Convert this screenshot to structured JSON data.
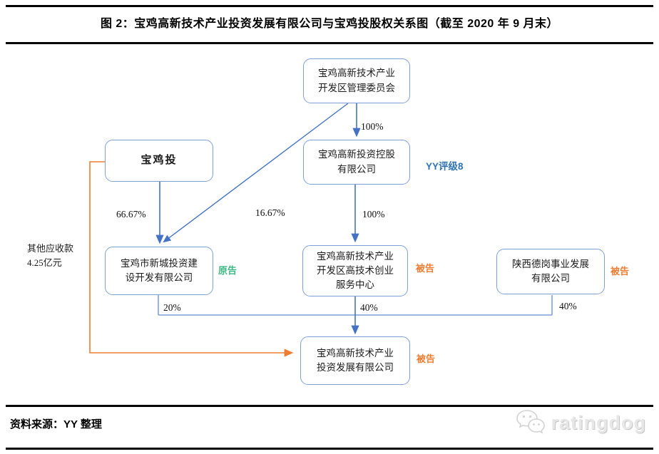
{
  "header": {
    "title": "图 2：宝鸡高新技术产业投资发展有限公司与宝鸡投股权关系图（截至 2020 年 9 月末）"
  },
  "nodes": {
    "committee": "宝鸡高新技术产业\n开发区管理委员会",
    "holding": "宝鸡高新投资控股\n有限公司",
    "baojitou": "宝鸡投",
    "xincheng": "宝鸡市新城投资建\n设开发有限公司",
    "service_center": "宝鸡高新技术产业\n开发区高技术创业\n服务中心",
    "degang": "陕西德岗事业发展\n有限公司",
    "target": "宝鸡高新技术产业\n投资发展有限公司"
  },
  "labels": {
    "pct_committee_holding": "100%",
    "pct_holding_service": "100%",
    "pct_baojitou_xincheng": "66.67%",
    "pct_committee_xincheng": "16.67%",
    "pct_xincheng_target": "20%",
    "pct_service_target": "40%",
    "pct_degang_target": "40%",
    "receivable_note": "其他应收款\n4.25亿元",
    "rating": "YY评级8",
    "plaintiff": "原告",
    "defendant_service": "被告",
    "defendant_degang": "被告",
    "defendant_target": "被告"
  },
  "colors": {
    "box_border": "#7f9fd9",
    "arrow_blue": "#4472c4",
    "arrow_orange": "#ed7d31",
    "plaintiff_green": "#3db884",
    "defendant_orange": "#ed7d31",
    "rating_blue": "#2e74b5",
    "watermark_gray": "#e0e0e0"
  },
  "footer": {
    "source": "资料来源：YY 整理",
    "watermark": "ratingdog"
  }
}
